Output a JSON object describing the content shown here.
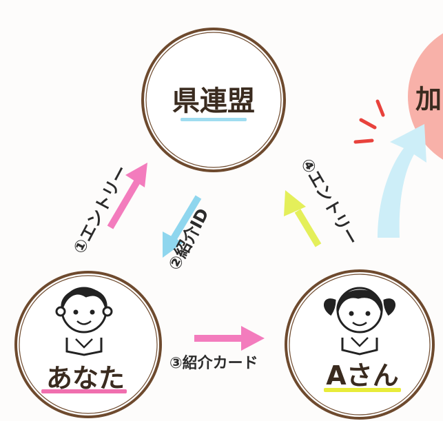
{
  "nodes": {
    "federation": {
      "label": "県連盟",
      "underline_color": "#9fdcf0"
    },
    "you": {
      "label": "あなた",
      "underline_color": "#f06fae"
    },
    "person_a": {
      "label": "Aさん",
      "underline_color": "#e8ec3a"
    }
  },
  "steps": {
    "step1": {
      "text": "①エントリー",
      "arrow_color": "#f37cbd"
    },
    "step2": {
      "text": "②紹介ID",
      "arrow_color": "#8fd6ee"
    },
    "step3": {
      "text": "③紹介カード",
      "arrow_color": "#f37cbd"
    },
    "step4": {
      "text": "④エントリー",
      "arrow_color": "#e4ef5a"
    }
  },
  "side": {
    "text": "加"
  },
  "colors": {
    "circle_stroke": "#6e4a2e",
    "badge_pink": "#f7a8a0",
    "accent_red": "#e8423c",
    "swoosh_blue": "#cdeef8"
  }
}
